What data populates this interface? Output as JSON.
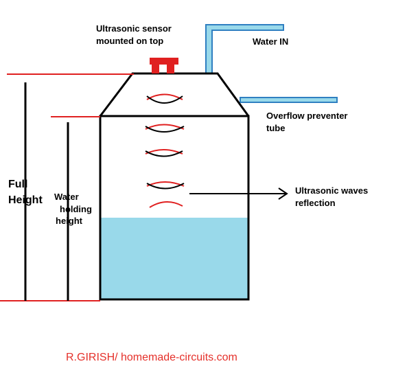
{
  "labels": {
    "sensor_line1": "Ultrasonic sensor",
    "sensor_line2": "mounted on top",
    "water_in": "Water IN",
    "overflow_line1": "Overflow preventer",
    "overflow_line2": "tube",
    "waves_line1": "Ultrasonic waves",
    "waves_line2": "reflection",
    "full_line1": "Full",
    "full_line2": "Height",
    "holding_line1": "Water",
    "holding_line2": "holding",
    "holding_line3": "height"
  },
  "credit": "R.GIRISH/ homemade-circuits.com",
  "colors": {
    "water": "#99d9ea",
    "pipe_fill": "#99d9ea",
    "pipe_stroke": "#2f7fc1",
    "sensor": "#e02020",
    "measure_lines": "#e02020",
    "wave_red": "#e02020",
    "wave_black": "#000000",
    "credit": "#e5302a"
  },
  "icons": {
    "sensor": "ultrasonic-sensor-icon",
    "waves": "wave-icon",
    "arrow": "arrow-right-icon"
  }
}
